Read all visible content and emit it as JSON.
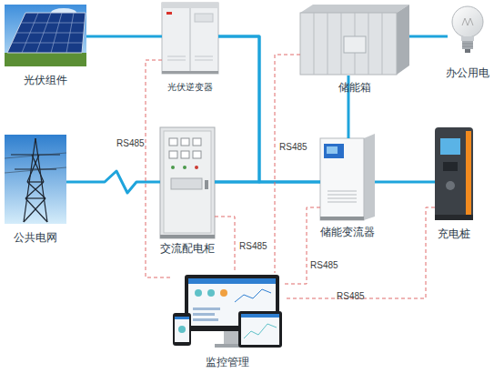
{
  "diagram": {
    "nodes": [
      {
        "text": [
          "光伏组件"
        ]
      },
      {
        "text": [
          "光伏逆变器"
        ]
      },
      {
        "text": [
          "储能箱"
        ]
      },
      {
        "text": [
          "办公用电"
        ]
      },
      {
        "text": [
          "公共电网"
        ]
      },
      {
        "text": [
          "交流配电柜"
        ]
      },
      {
        "text": [
          "储能变流器"
        ]
      },
      {
        "text": [
          "充电桩"
        ]
      },
      {
        "text": [
          "监控管理"
        ]
      }
    ],
    "edges": [
      {
        "from": 0,
        "to": 1,
        "arrow": "none"
      },
      {
        "from": 1,
        "to": 5,
        "arrow": "none"
      },
      {
        "from": 1,
        "to": 6,
        "arrow": "none"
      },
      {
        "from": 4,
        "to": 5,
        "arrow": "none"
      },
      {
        "from": 5,
        "to": 6,
        "arrow": "none"
      },
      {
        "from": 2,
        "to": 6,
        "arrow": "none"
      },
      {
        "from": 2,
        "to": 3,
        "arrow": "none"
      },
      {
        "from": 6,
        "to": 7,
        "arrow": "none"
      },
      {
        "from": 1,
        "to": 8,
        "label": "RS485",
        "arrow": "none"
      },
      {
        "from": 5,
        "to": 8,
        "label": "RS485",
        "arrow": "none"
      },
      {
        "from": 2,
        "to": 8,
        "label": "RS485",
        "arrow": "none"
      },
      {
        "from": 6,
        "to": 8,
        "label": "RS485",
        "arrow": "none"
      },
      {
        "from": 7,
        "to": 8,
        "label": "RS485",
        "arrow": "none"
      }
    ]
  }
}
